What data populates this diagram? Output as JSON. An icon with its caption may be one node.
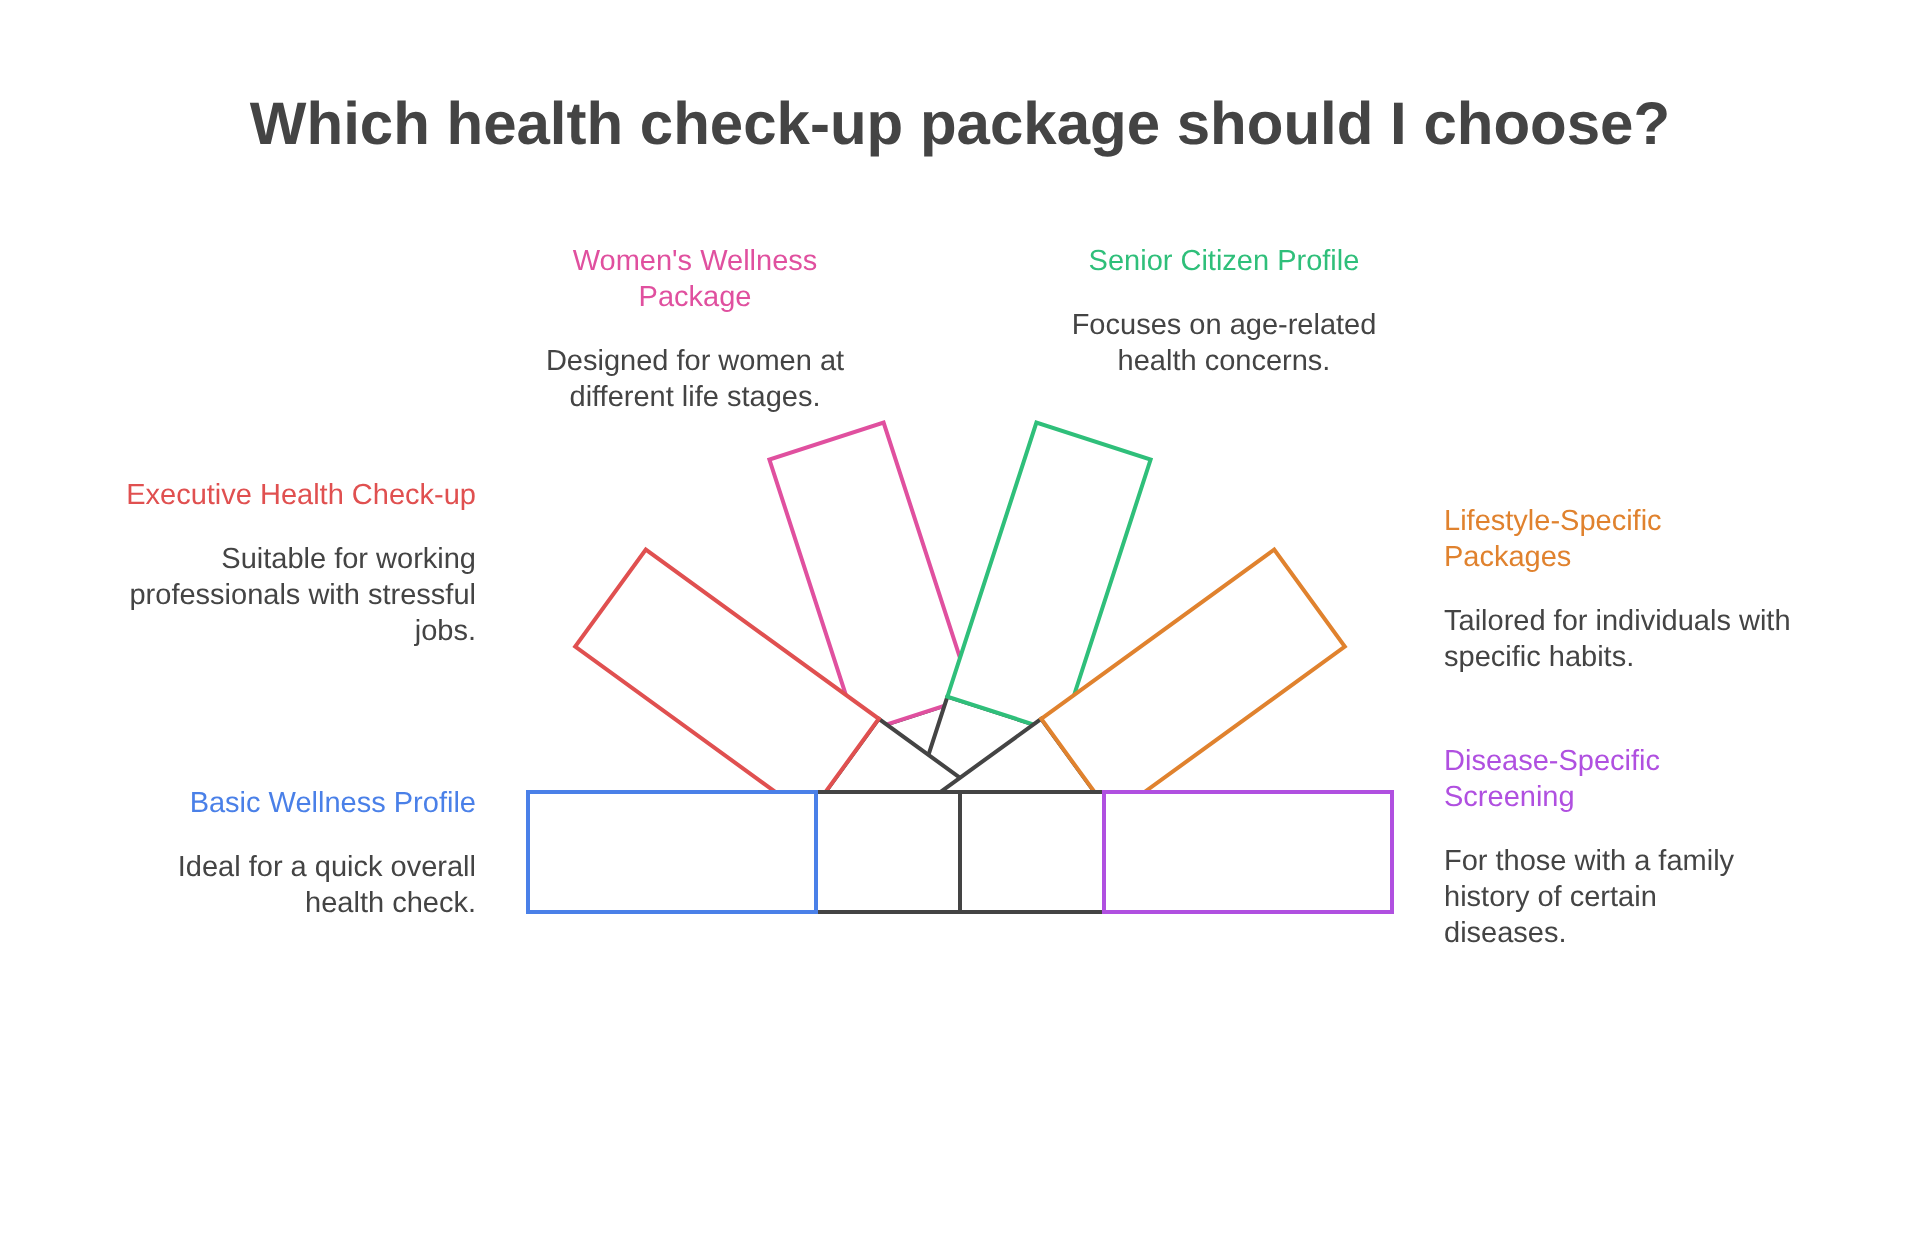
{
  "diagram": {
    "title": "Which health check-up package should I choose?",
    "nodes": [
      {
        "text": [
          "Women's Wellness Package",
          "Designed for women at different life stages."
        ]
      },
      {
        "text": [
          "Senior Citizen Profile",
          "Focuses on age-related health concerns."
        ]
      },
      {
        "text": [
          "Executive Health Check-up",
          "Suitable for working professionals with stressful jobs."
        ]
      },
      {
        "text": [
          "Lifestyle-Specific Packages",
          "Tailored for individuals with specific habits."
        ]
      },
      {
        "text": [
          "Basic Wellness Profile",
          "Ideal for a quick overall health check."
        ]
      },
      {
        "text": [
          "Disease-Specific Screening",
          "For those with a family history of certain diseases."
        ]
      }
    ]
  }
}
